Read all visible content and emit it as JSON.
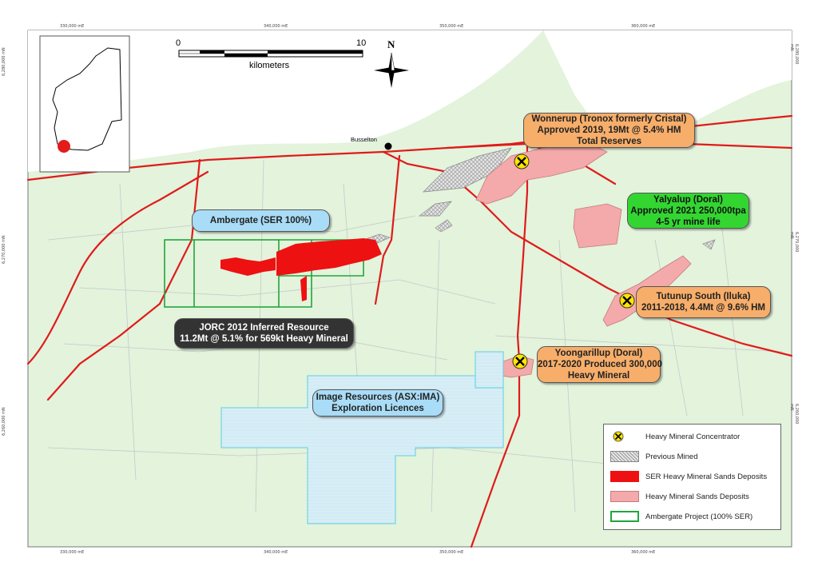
{
  "map": {
    "colors": {
      "land": "#e3f3dc",
      "water": "#ffffff",
      "road": "#e01b1b",
      "ser_deposit": "#ee1111",
      "hms_deposit": "#f4a9aa",
      "ambergate_outline": "#21a63c",
      "exploration_outline": "#7ad7e6",
      "callout_orange": "#f7ae6a",
      "callout_blue": "#a9dcf6",
      "callout_green": "#33d631",
      "callout_dark": "#333333"
    },
    "town": "Busselton",
    "scale": {
      "start": "0",
      "end": "10",
      "unit": "kilometers"
    },
    "north": "N",
    "grid_top": [
      "330,000 mE",
      "340,000 mE",
      "350,000 mE",
      "360,000 mE"
    ],
    "grid_bottom": [
      "330,000 mE",
      "340,000 mE",
      "350,000 mE",
      "360,000 mE"
    ],
    "grid_left": [
      "6,280,000 mN",
      "6,270,000 mN",
      "6,260,000 mN"
    ],
    "grid_right": [
      "6,280,000 mN",
      "6,270,000 mN",
      "6,260,000 mN"
    ]
  },
  "callouts": {
    "wonnerup": [
      "Wonnerup (Tronox formerly Cristal)",
      "Approved 2019, 19Mt @ 5.4% HM",
      "Total Reserves"
    ],
    "yalyalup": [
      "Yalyalup (Doral)",
      "Approved 2021 250,000tpa",
      "4-5 yr mine life"
    ],
    "ambergate": [
      "Ambergate (SER 100%)"
    ],
    "tutunup": [
      "Tutunup South (Iluka)",
      "2011-2018, 4.4Mt @ 9.6% HM"
    ],
    "jorc": [
      "JORC 2012 Inferred Resource",
      "11.2Mt @ 5.1% for 569kt Heavy Mineral"
    ],
    "yoongarillup": [
      "Yoongarillup (Doral)",
      "2017-2020 Produced 300,000",
      "Heavy Mineral"
    ],
    "image_resources": [
      "Image Resources (ASX:IMA)",
      "Exploration Licences"
    ]
  },
  "legend": {
    "items": [
      "Heavy Mineral Concentrator",
      "Previous Mined",
      "SER Heavy Mineral Sands Deposits",
      "Heavy Mineral Sands Deposits",
      "Ambergate Project (100% SER)"
    ]
  }
}
